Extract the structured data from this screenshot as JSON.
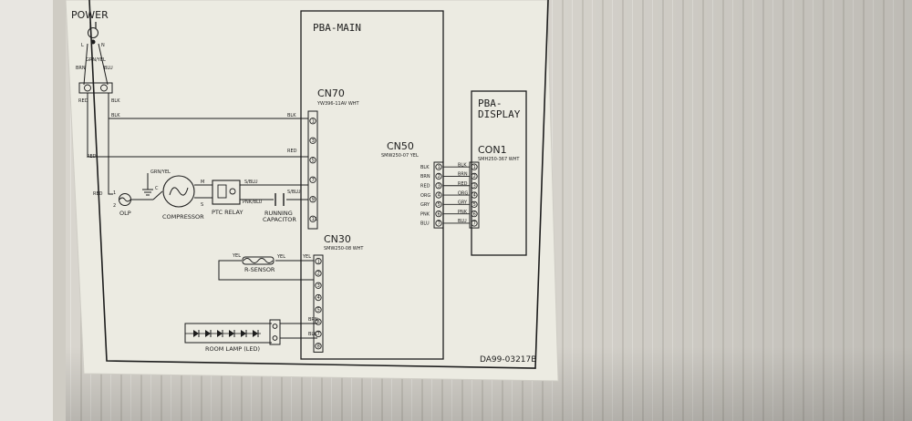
{
  "labels": {
    "power": "POWER",
    "power_l": "L",
    "power_n": "N",
    "power_grn": "GRN/YEL",
    "brn_left": "BRN",
    "blu_left": "BLU",
    "red_top": "RED",
    "blk_top": "BLK",
    "blk_main": "BLK",
    "red_main": "RED",
    "red_left": "RED",
    "red_olp": "RED",
    "grn_comp": "GRN/YEL",
    "s_blu_1": "S/BLU",
    "s_blu_2": "S/BLU",
    "pnk_blu": "PNK/BLU",
    "m_term": "M",
    "s_term": "S",
    "c_term": "C",
    "olp_1": "1",
    "olp_2": "2",
    "olp": "OLP",
    "compressor": "COMPRESSOR",
    "ptc_relay": "PTC RELAY",
    "running": "RUNNING",
    "capacitor": "CAPACITOR",
    "pba_main": "PBA-MAIN",
    "cn70": "CN70",
    "cn70_sub": "YW396-11AV WHT",
    "cn50": "CN50",
    "cn50_sub": "SMW250-07 YEL",
    "cn30": "CN30",
    "cn30_sub": "SMW250-08 WHT",
    "pba_display_1": "PBA-",
    "pba_display_2": "DISPLAY",
    "con1": "CON1",
    "con1_sub": "SMH250-367 WHT",
    "r_sensor": "R-SENSOR",
    "yel_1": "YEL",
    "yel_2": "YEL",
    "yel_3": "YEL",
    "brn_lamp": "BRN",
    "blk_lamp": "BLK",
    "room_lamp": "ROOM LAMP (LED)",
    "part_no": "DA99-03217B"
  },
  "cn70_pins": [
    "1",
    "3",
    "5",
    "7",
    "9",
    "11"
  ],
  "cn30_pins": [
    "1",
    "2",
    "3",
    "4",
    "5",
    "6",
    "7",
    "8"
  ],
  "cn50_pins": [
    "1",
    "2",
    "3",
    "4",
    "5",
    "6",
    "7"
  ],
  "con1_pins": [
    "1",
    "2",
    "3",
    "4",
    "5",
    "6",
    "7"
  ],
  "cn50_wires": [
    "BLK",
    "BRN",
    "RED",
    "ORG",
    "GRY",
    "PNK",
    "BLU"
  ],
  "con1_wires": [
    "BLK",
    "BRN",
    "RED",
    "ORG",
    "GRY",
    "PNK",
    "BLU"
  ],
  "colors": {
    "wall": "#d9d6cf",
    "paper": "#ecebe2",
    "ink": "#1d1d1d"
  }
}
